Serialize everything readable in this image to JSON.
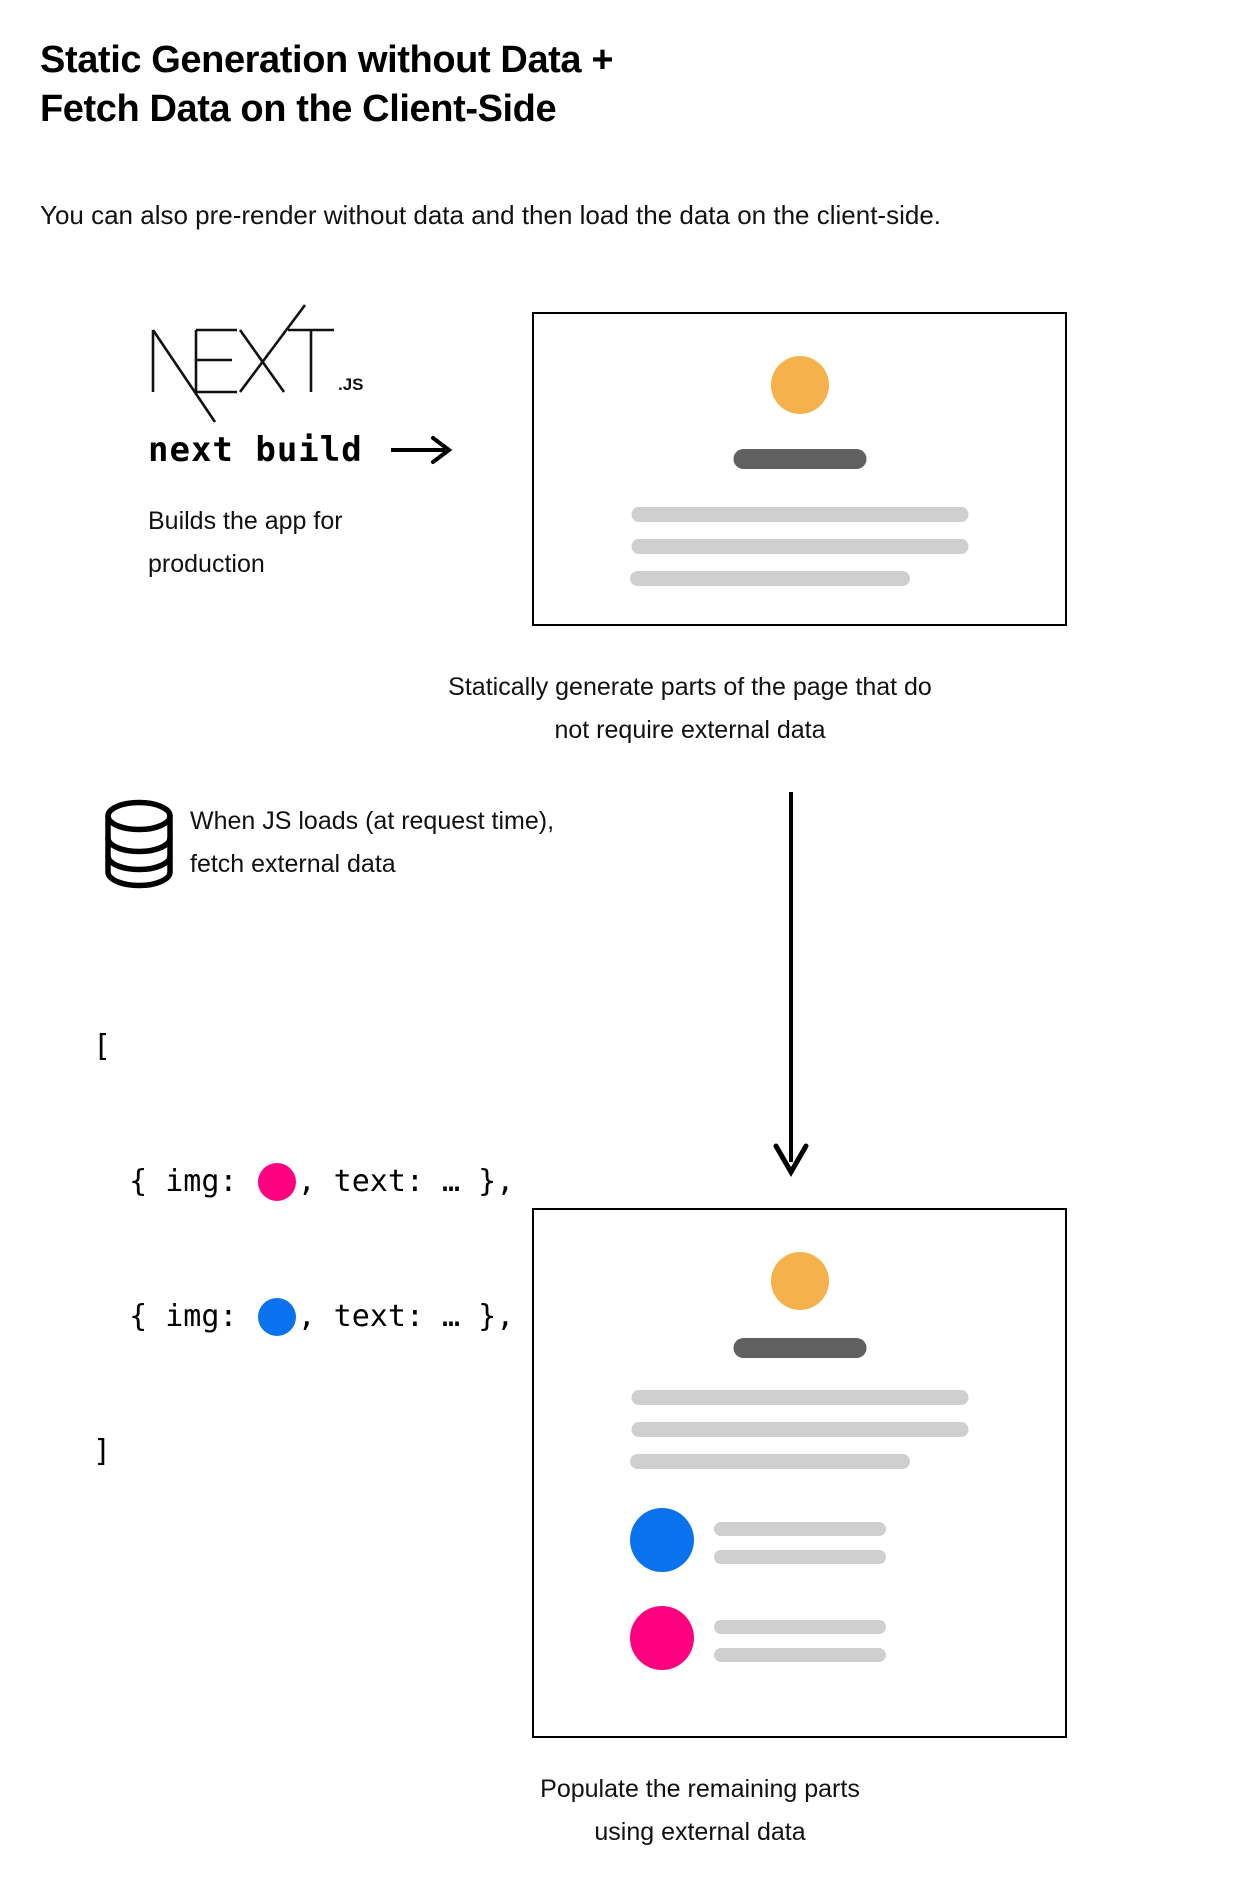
{
  "heading": {
    "line1": "Static Generation without Data +",
    "line2": "Fetch Data on the Client-Side"
  },
  "subtitle": "You can also pre-render without data and then load the data on the client-side.",
  "logo": {
    "wordmark": "NEXT",
    "suffix": ".JS",
    "name": "nextjs-logo"
  },
  "build": {
    "command": "next build",
    "arrow": "→",
    "caption_line1": "Builds the app for",
    "caption_line2": "production"
  },
  "captions": {
    "static_generate_line1": "Statically generate parts of the page that do",
    "static_generate_line2": "not require external data",
    "populate_line1": "Populate the remaining parts",
    "populate_line2": "using external data"
  },
  "fetch_note": {
    "line1": "When JS loads (at request time),",
    "line2": "fetch external data",
    "icon": "database-icon"
  },
  "code": {
    "open_bracket": "[",
    "close_bracket": "]",
    "rows": [
      {
        "prefix": "  { img: ",
        "dot_color": "#ff0080",
        "suffix": ", text: … },"
      },
      {
        "prefix": "  { img: ",
        "dot_color": "#0b72ee",
        "suffix": ", text: … },"
      }
    ]
  },
  "colors": {
    "avatar_orange": "#f5b14c",
    "title_bar_gray": "#606060",
    "text_bar_gray": "#cfcfcf",
    "accent_pink": "#ff0080",
    "accent_blue": "#0b72ee",
    "border_black": "#000000",
    "page_background": "#ffffff"
  },
  "card_one": {
    "name": "static-page-preview-card",
    "avatar_color": "#f5b14c",
    "title_bar_color": "#606060",
    "text_bar_color": "#cfcfcf",
    "text_bar_count": 3
  },
  "card_two": {
    "name": "populated-page-preview-card",
    "avatar_color": "#f5b14c",
    "title_bar_color": "#606060",
    "text_bar_color": "#cfcfcf",
    "text_bar_count": 3,
    "list_items": [
      {
        "dot_color": "#0b72ee",
        "line_count": 2
      },
      {
        "dot_color": "#ff0080",
        "line_count": 2
      }
    ]
  },
  "flow": {
    "horizontal_arrow": "right-arrow",
    "vertical_arrow": "down-arrow"
  }
}
